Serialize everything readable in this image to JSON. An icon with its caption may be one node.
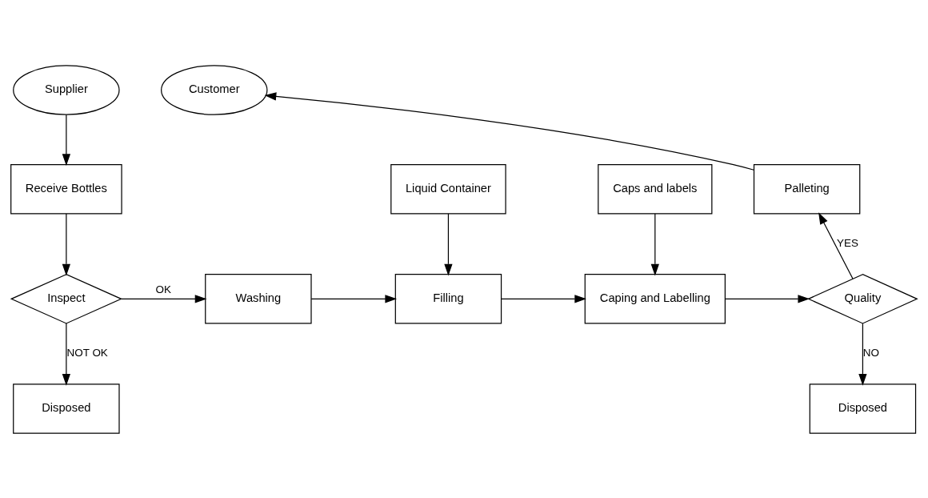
{
  "diagram": {
    "nodes": [
      {
        "text": [
          "Supplier"
        ]
      },
      {
        "text": [
          "Receive Bottles"
        ]
      },
      {
        "text": [
          "Inspect"
        ]
      },
      {
        "text": [
          "Disposed"
        ]
      },
      {
        "text": [
          "Washing"
        ]
      },
      {
        "text": [
          "Liquid Container"
        ]
      },
      {
        "text": [
          "Filling"
        ]
      },
      {
        "text": [
          "Caps and labels"
        ]
      },
      {
        "text": [
          "Caping and Labelling"
        ]
      },
      {
        "text": [
          "Quality"
        ]
      },
      {
        "text": [
          "Palleting"
        ]
      },
      {
        "text": [
          "Customer"
        ]
      },
      {
        "text": [
          "Disposed"
        ]
      }
    ],
    "edges": [
      {
        "from": 0,
        "to": 1,
        "arrow": "to"
      },
      {
        "from": 1,
        "to": 2,
        "arrow": "to"
      },
      {
        "from": 2,
        "to": 4,
        "arrow": "to",
        "label": "OK"
      },
      {
        "from": 2,
        "to": 3,
        "arrow": "to",
        "label": "NOT OK"
      },
      {
        "from": 4,
        "to": 6,
        "arrow": "to"
      },
      {
        "from": 5,
        "to": 6,
        "arrow": "to"
      },
      {
        "from": 6,
        "to": 8,
        "arrow": "to"
      },
      {
        "from": 7,
        "to": 8,
        "arrow": "to"
      },
      {
        "from": 8,
        "to": 9,
        "arrow": "to"
      },
      {
        "from": 9,
        "to": 10,
        "arrow": "to",
        "label": "YES"
      },
      {
        "from": 10,
        "to": 11,
        "arrow": "to"
      },
      {
        "from": 9,
        "to": 12,
        "arrow": "to",
        "label": "NO"
      }
    ]
  }
}
